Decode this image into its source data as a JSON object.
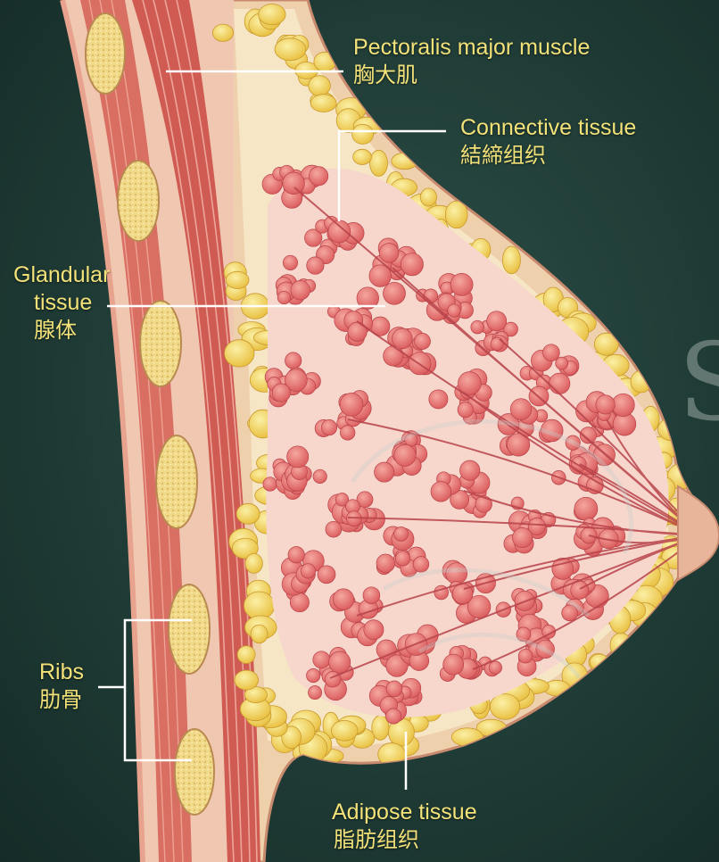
{
  "colors": {
    "background": "#1d3a34",
    "label_text": "#f3e27a",
    "leader_line": "#ffffff",
    "skin": "#ecc9a6",
    "fat": "#f2d45d",
    "muscle": "#cf5b52",
    "gland": "#e26b6b",
    "watermark": "#c9cfcc"
  },
  "labels": {
    "pectoralis": {
      "en": "Pectoralis major muscle",
      "zh": "胸大肌"
    },
    "connective": {
      "en": "Connective tissue",
      "zh": "結締组织"
    },
    "glandular": {
      "en_line1": "Glandular",
      "en_line2": "tissue",
      "zh": "腺体"
    },
    "ribs": {
      "en": "Ribs",
      "zh": "肋骨"
    },
    "adipose": {
      "en": "Adipose tissue",
      "zh": "脂肪组织"
    }
  }
}
